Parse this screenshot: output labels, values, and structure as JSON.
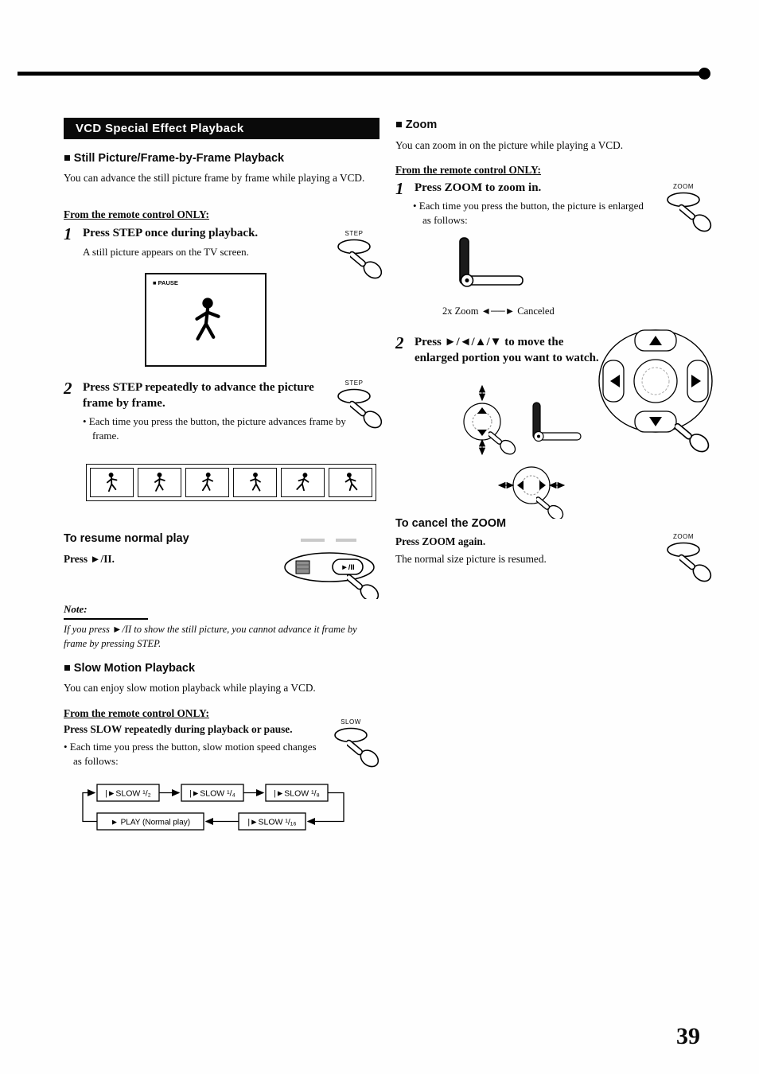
{
  "page": {
    "number": "39"
  },
  "header": {
    "section_title": "VCD Special Effect Playback"
  },
  "buttons": {
    "step": "STEP",
    "zoom": "ZOOM",
    "slow": "SLOW",
    "play_pause": "►/II"
  },
  "left": {
    "still": {
      "heading": "■ Still Picture/Frame-by-Frame Playback",
      "intro": "You can advance the still picture frame by frame while playing a VCD.",
      "remote_only": "From the remote control ONLY:",
      "step1_num": "1",
      "step1_text": "Press STEP once during playback.",
      "step1_sub": "A still picture appears on the TV screen.",
      "pause_label": "■ PAUSE",
      "step2_num": "2",
      "step2_text": "Press STEP repeatedly to advance the picture frame by frame.",
      "step2_bullet": "• Each time you press the button, the picture advances frame by frame."
    },
    "resume": {
      "heading": "To resume normal play",
      "text": "Press ►/II."
    },
    "note": {
      "label": "Note:",
      "text": "If you press ►/II to show the still picture, you cannot advance it frame by frame by pressing STEP."
    },
    "slow": {
      "heading": "■ Slow Motion Playback",
      "intro": "You can enjoy slow motion playback while playing a VCD.",
      "remote_only": "From the remote control ONLY:",
      "bold_line": "Press SLOW repeatedly during playback or pause.",
      "bullet": "• Each time you press the button, slow motion speed changes as follows:",
      "flow": {
        "s12": "|►SLOW ¹/₂",
        "s14": "|►SLOW ¹/₄",
        "s18": "|►SLOW ¹/₈",
        "s116": "|►SLOW ¹/₁₆",
        "play": "► PLAY (Normal play)"
      }
    }
  },
  "right": {
    "zoom": {
      "heading": "■ Zoom",
      "intro": "You can zoom in on the picture while playing a VCD.",
      "remote_only": "From the remote control ONLY:",
      "step1_num": "1",
      "step1_text": "Press ZOOM to zoom in.",
      "step1_bullet": "• Each time you press the button, the picture is enlarged as follows:",
      "zoom_caption": "2x Zoom ◄──► Canceled",
      "step2_num": "2",
      "step2_text": "Press ►/◄/▲/▼ to move the enlarged portion you want to watch."
    },
    "cancel": {
      "heading": "To cancel the ZOOM",
      "bold_line": "Press ZOOM again.",
      "text": "The normal size picture is resumed."
    }
  }
}
